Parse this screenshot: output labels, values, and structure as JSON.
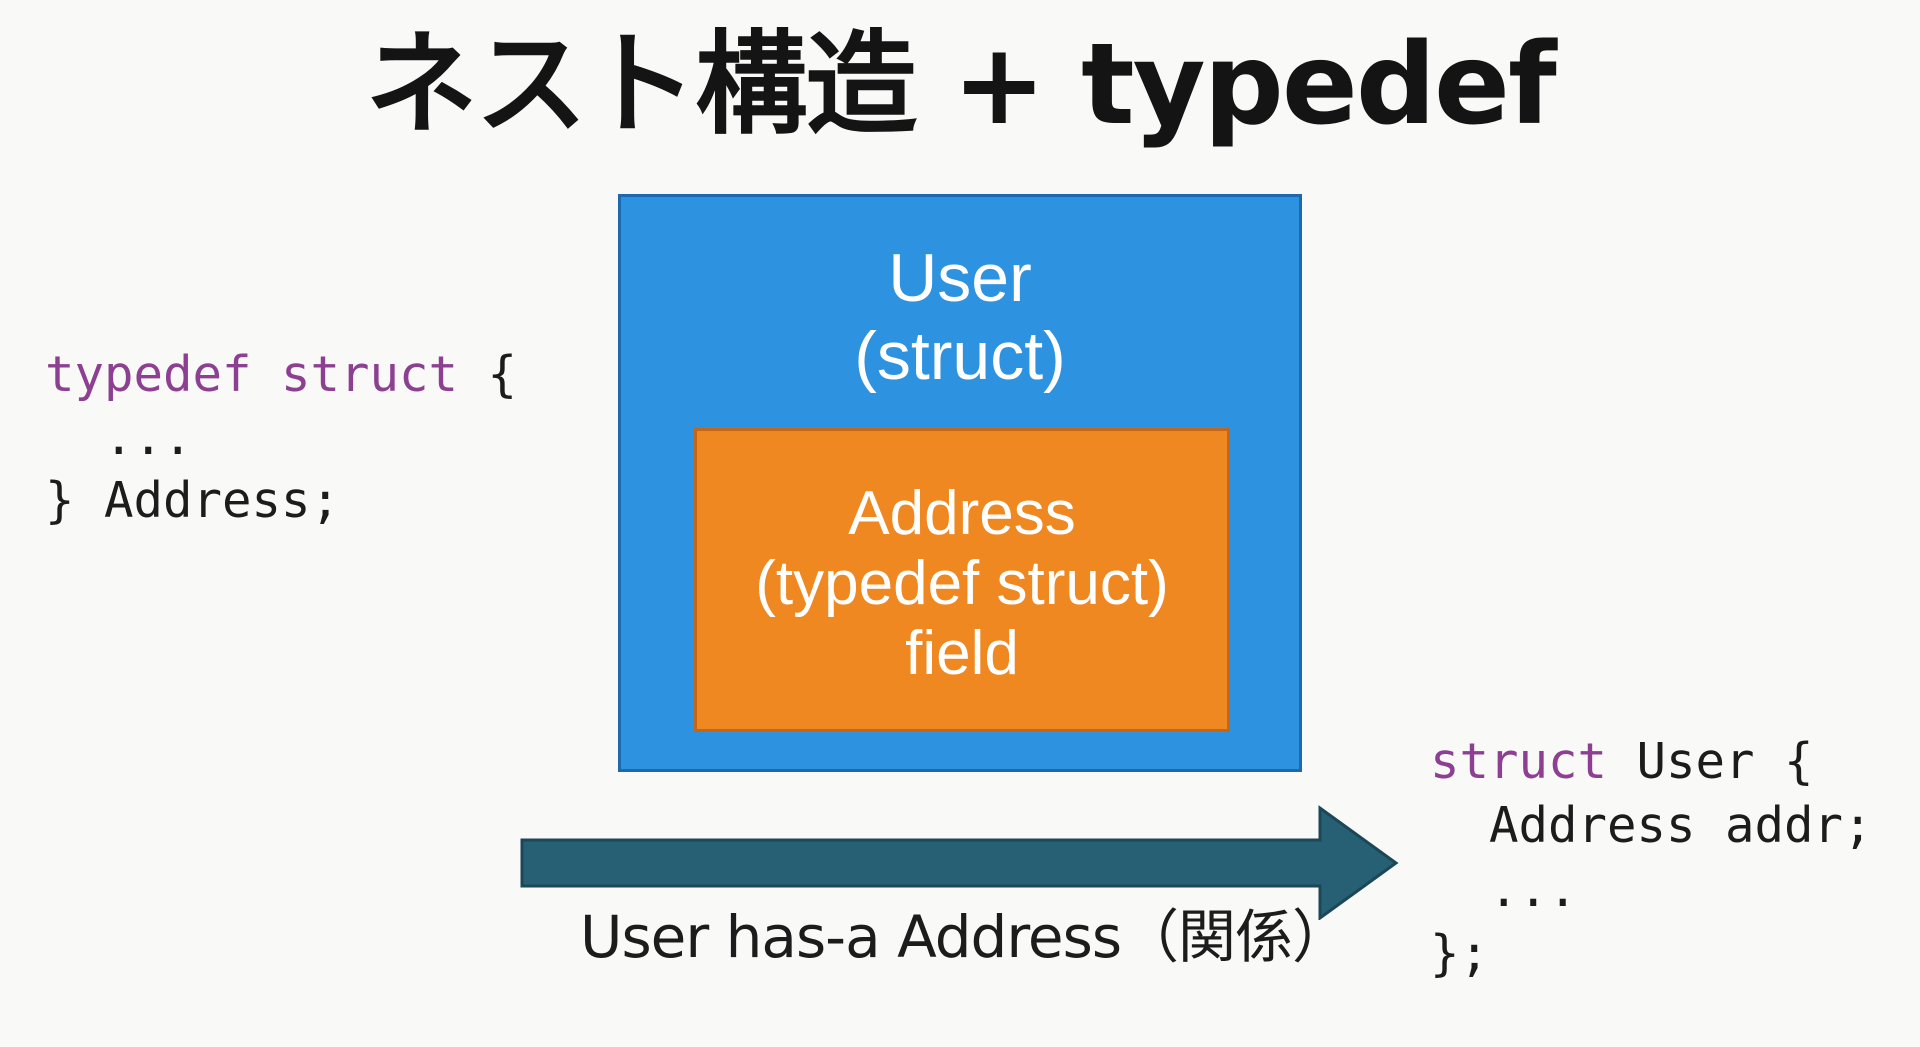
{
  "title": "ネスト構造 + typedef",
  "code_left": {
    "lines": [
      {
        "keyword": "typedef struct",
        "rest": " {"
      },
      {
        "keyword": "",
        "rest": "  ..."
      },
      {
        "keyword": "",
        "rest": "} Address;"
      }
    ]
  },
  "diagram": {
    "outer": {
      "line1": "User",
      "line2": "(struct)"
    },
    "inner": {
      "line1": "Address",
      "line2": "(typedef struct)",
      "line3": "field"
    },
    "relation": "User has-a Address（関係）"
  },
  "code_right": {
    "lines": [
      {
        "keyword": "struct",
        "rest": " User {"
      },
      {
        "keyword": "",
        "rest": "  Address addr;"
      },
      {
        "keyword": "",
        "rest": "  ..."
      },
      {
        "keyword": "",
        "rest": "};"
      }
    ]
  },
  "colors": {
    "outer_box": "#2d92df",
    "inner_box": "#ef8820",
    "arrow": "#275f74",
    "keyword": "#8d3f92"
  }
}
